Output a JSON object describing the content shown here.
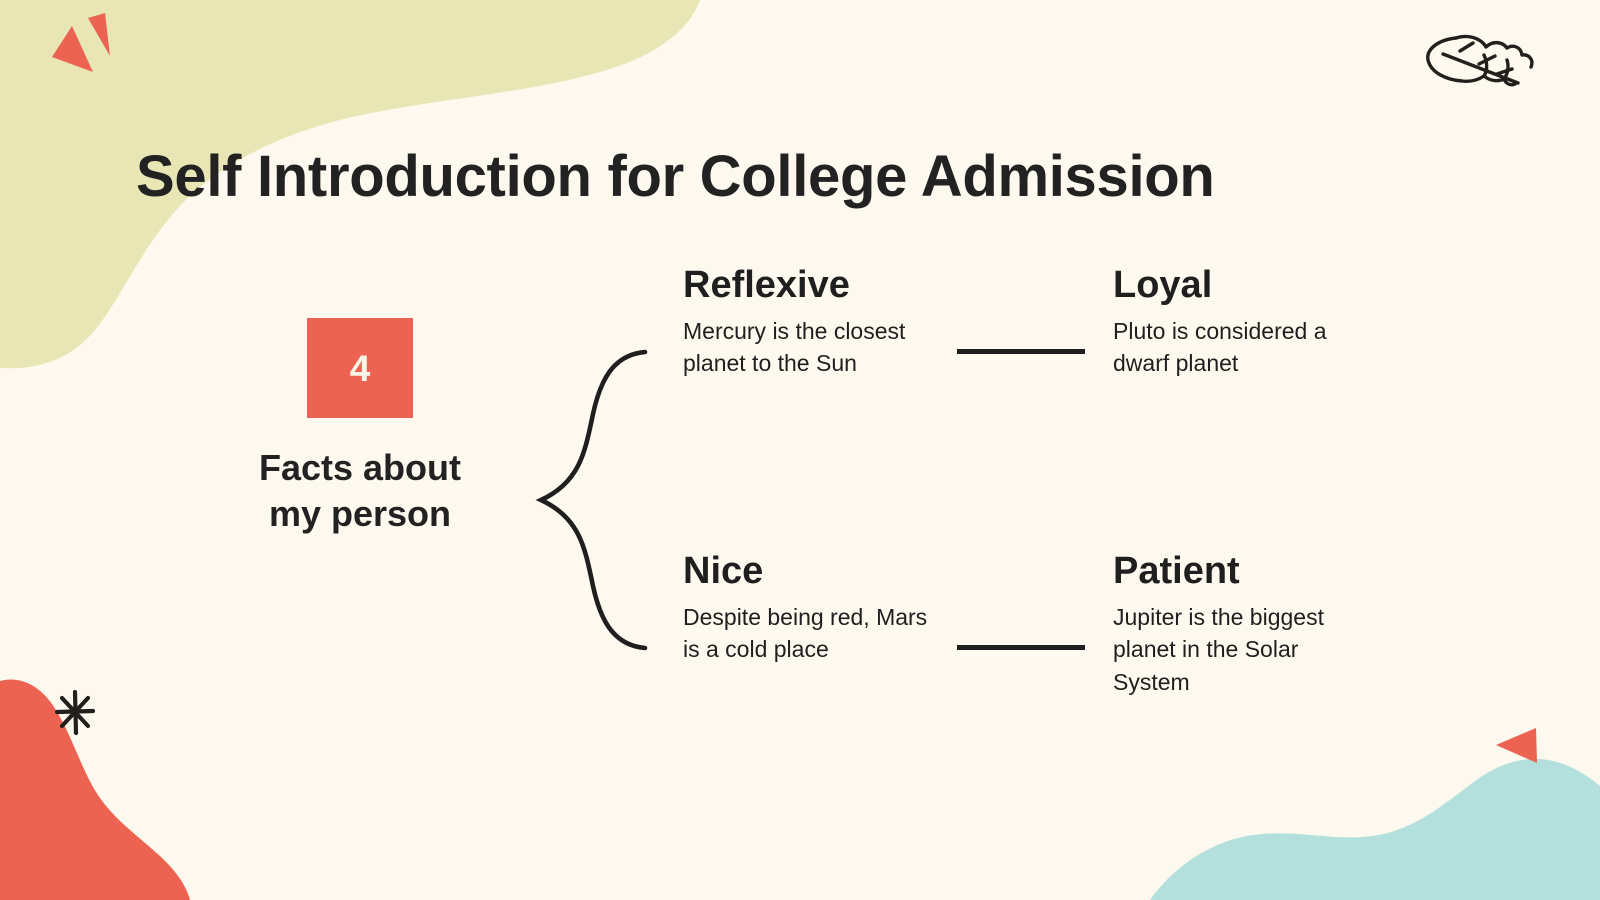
{
  "slide": {
    "title": "Self Introduction for College Admission",
    "background_color": "#FDF9EE",
    "accent_color": "#EC6352",
    "text_color": "#1F1F1F"
  },
  "topic": {
    "number": "4",
    "label_line_1": "Facts about",
    "label_line_2": "my person",
    "label": "Facts about my person",
    "badge_color": "#EC6352",
    "badge_text_color": "#FDF4E8"
  },
  "facts": [
    {
      "title": "Reflexive",
      "body": "Mercury is the closest planet to the Sun"
    },
    {
      "title": "Loyal",
      "body": "Pluto is considered a dwarf planet"
    },
    {
      "title": "Nice",
      "body": "Despite being red, Mars is a cold place"
    },
    {
      "title": "Patient",
      "body": "Jupiter is the biggest planet in the Solar System"
    }
  ],
  "decorations": {
    "top_blob_color": "#E8E6B4",
    "bottom_left_blob_color": "#EC6352",
    "bottom_right_wave_color": "#B3E0DC",
    "triangle_color": "#EC6352",
    "line_art_color": "#231F1C",
    "items": [
      "leaf-icon",
      "sparkle-icon",
      "triangle-icon",
      "curly-brace-connector"
    ]
  }
}
